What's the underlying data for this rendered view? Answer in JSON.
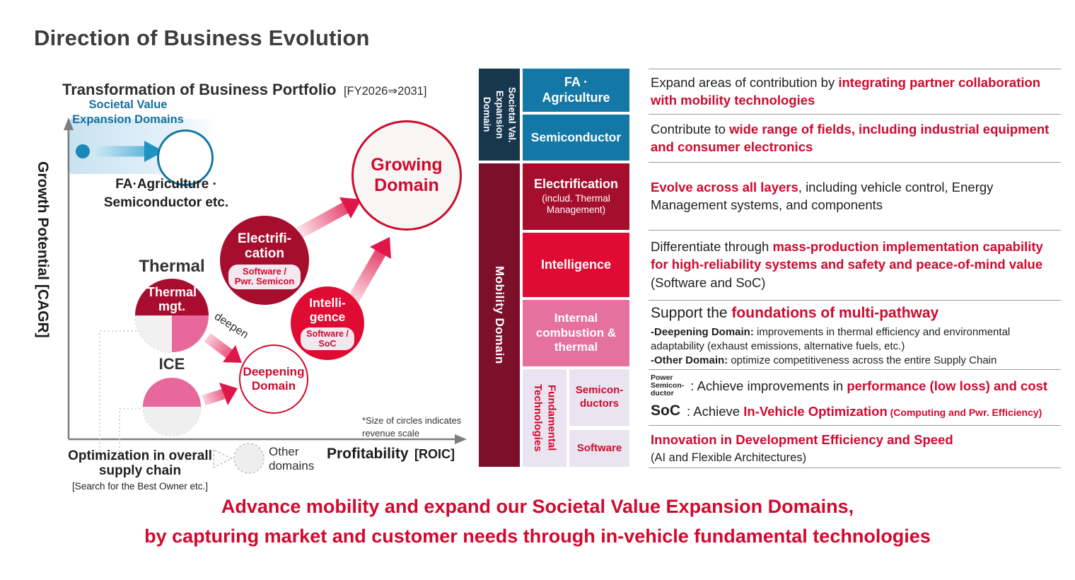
{
  "colors": {
    "brand_red": "#d0092e",
    "dark_red": "#a60e2d",
    "bright_red": "#df0b32",
    "pink": "#e5729e",
    "navy": "#17374e",
    "blue_cell": "#1378a6",
    "maroon": "#7c102b",
    "lavender": "#e9e4f0",
    "blue_accent": "#1470a0"
  },
  "header": {
    "title": "Direction of Business Evolution"
  },
  "chart": {
    "title": "Transformation of Business Portfolio",
    "period": "[FY2026⇒2031]",
    "y_axis_label": "Growth Potential [CAGR]",
    "x_axis_label": "Profitability",
    "x_axis_suffix": "[ROIC]",
    "societal_band_label": "Societal Value\nExpansion Domains",
    "fa_semiconductor_label": "FA·Agriculture ·\nSemiconductor etc.",
    "growing_domain": "Growing\nDomain",
    "electrification": "Electrifi-\ncation",
    "electrification_tag": "Software /\nPwr. Semicon",
    "intelligence": "Intelli-\ngence",
    "intelligence_tag": "Software /\nSoC",
    "thermal_group_label": "Thermal",
    "thermal_mgt": "Thermal\nmgt.",
    "deepen_label": "deepen",
    "deepening_domain": "Deepening\nDomain",
    "ice_label": "ICE",
    "size_note": "*Size of circles indicates\nrevenue scale",
    "supply_chain": "Optimization in overall\nsupply chain",
    "supply_chain_sub": "[Search for the Best Owner etc.]",
    "other_domains": "Other\ndomains"
  },
  "matrix": {
    "societal_group_label": "Societal Val.\nExpansion\nDomain",
    "mobility_group_label": "Mobility Domain",
    "fa_agriculture": "FA ·\nAgriculture",
    "semiconductor": "Semiconductor",
    "electrification": "Electrification",
    "electrification_sub": "(includ. Thermal\nManagement)",
    "intelligence": "Intelligence",
    "internal_combustion": "Internal\ncombustion &\nthermal",
    "fundamental": "Fundamental\nTechnologies",
    "semiconductors": "Semicon-\nductors",
    "software": "Software"
  },
  "details": {
    "row1": [
      {
        "t": "Expand areas of contribution by "
      },
      {
        "t": "integrating partner collaboration with mobility technologies",
        "c": "r"
      }
    ],
    "row2": [
      {
        "t": "Contribute to "
      },
      {
        "t": "wide range of fields, including industrial equipment and consumer electronics",
        "c": "r"
      }
    ],
    "row3": [
      {
        "t": "Evolve across all layers",
        "c": "r"
      },
      {
        "t": ", including vehicle control, Energy Management systems, and components"
      }
    ],
    "row4": [
      {
        "t": "Differentiate through "
      },
      {
        "t": "mass-production implementation capability for high-reliability systems and safety and peace-of-mind value",
        "c": "r"
      },
      {
        "t": " (Software and SoC)"
      }
    ],
    "row5_title": [
      {
        "t": "Support the "
      },
      {
        "t": "foundations of multi-pathway",
        "c": "r"
      }
    ],
    "row5_item1": [
      {
        "t": "-Deepening Domain:",
        "c": "b"
      },
      {
        "t": " improvements in thermal efficiency and environmental adaptability (exhaust emissions, alternative fuels, etc.)"
      }
    ],
    "row5_item2": [
      {
        "t": "-Other Domain:",
        "c": "b"
      },
      {
        "t": " optimize competitiveness across the entire Supply Chain"
      }
    ],
    "row6_psc_label": "Power\nSemicon-\nductor",
    "row6_psc": [
      {
        "t": ": Achieve improvements in "
      },
      {
        "t": "performance (low loss) and cost",
        "c": "r"
      }
    ],
    "row6_soc_label": "SoC",
    "row6_soc": [
      {
        "t": ": Achieve "
      },
      {
        "t": "In-Vehicle Optimization",
        "c": "r"
      },
      {
        "t": " (Computing and Pwr. Efficiency)",
        "c": "rs"
      }
    ],
    "row7_title": "Innovation in Development Efficiency and Speed",
    "row7_sub": "(AI and Flexible Architectures)"
  },
  "footer": {
    "slogan_line1": "Advance mobility and expand our Societal Value Expansion Domains,",
    "slogan_line2": "by capturing market and customer needs through in-vehicle fundamental technologies"
  }
}
